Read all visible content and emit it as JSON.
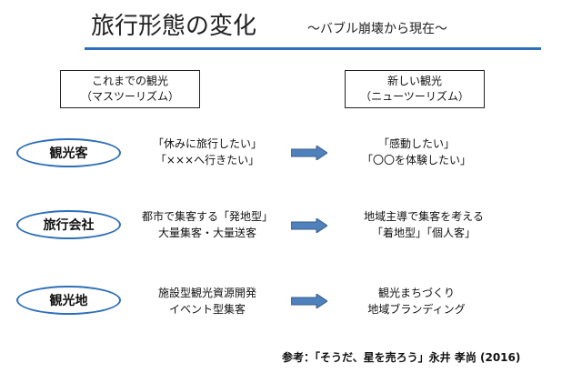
{
  "header": {
    "title": "旅行形態の変化",
    "subtitle": "～バブル崩壊から現在～"
  },
  "columns": {
    "past": {
      "line1": "これまでの観光",
      "line2": "（マスツーリズム）"
    },
    "present": {
      "line1": "新しい観光",
      "line2": "（ニューツーリズム）"
    }
  },
  "rows": [
    {
      "label": "観光客",
      "past": [
        "「休みに旅行したい」",
        "「×××へ行きたい」"
      ],
      "present": [
        "「感動したい」",
        "「〇〇を体験したい」"
      ]
    },
    {
      "label": "旅行会社",
      "past": [
        "都市で集客する「発地型」",
        "大量集客・大量送客"
      ],
      "present": [
        "地域主導で集客を考える",
        "「着地型」「個人客」"
      ]
    },
    {
      "label": "観光地",
      "past": [
        "施設型観光資源開発",
        "イベント型集客"
      ],
      "present": [
        "観光まちづくり",
        "地域ブランディング"
      ]
    }
  ],
  "reference": "参考：「そうだ、星を売ろう」永井 孝尚 (2016)",
  "colors": {
    "accent": "#2e6fb8",
    "arrow_fill": "#4f81bd",
    "arrow_stroke": "#385d8a"
  }
}
